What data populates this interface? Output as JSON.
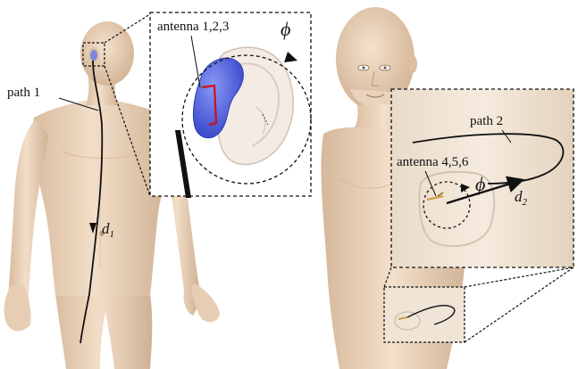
{
  "labels": {
    "path1": "path 1",
    "path2": "path 2",
    "antennas_ear": "antenna 1,2,3",
    "antennas_abdomen": "antenna 4,5,6",
    "phi_ear": "ϕ",
    "phi_abdomen": "ϕ",
    "d1_base": "d",
    "d1_sub": "1",
    "d2_base": "d",
    "d2_sub": "2"
  },
  "colors": {
    "skin": "#ecd5bd",
    "skin_shadow": "#c9ab8e",
    "antenna_blue": "#4a5ee0",
    "antenna_red": "#cc1111",
    "line": "#111111"
  }
}
